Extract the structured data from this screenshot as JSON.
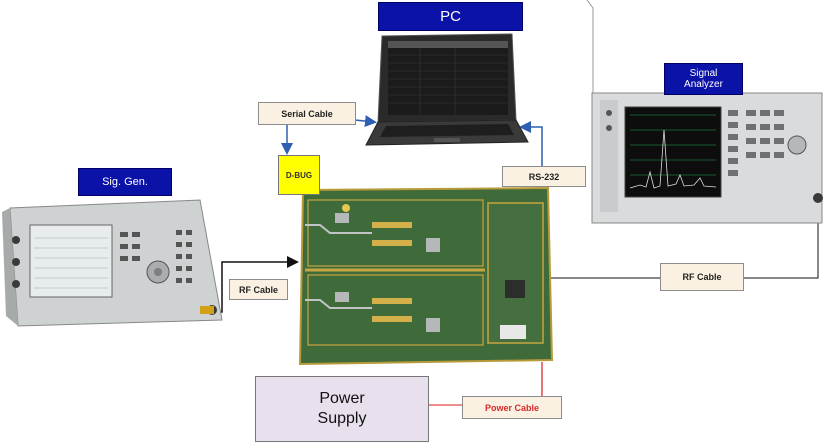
{
  "labels": {
    "pc": "PC",
    "sig_gen": "Sig. Gen.",
    "signal_analyzer_line1": "Signal",
    "signal_analyzer_line2": "Analyzer",
    "serial_cable": "Serial Cable",
    "debug": "D-BUG",
    "rs232": "RS-232",
    "rf_cable_left": "RF Cable",
    "rf_cable_right": "RF Cable",
    "power_supply_line1": "Power",
    "power_supply_line2": "Supply",
    "power_cable": "Power Cable"
  },
  "colors": {
    "title_box": "#0b12a8",
    "tag_fill": "#fbf1e3",
    "arrow_blue": "#2d5fb3",
    "power_cable_red": "#e24a4a",
    "debug_yellow": "#ffff00",
    "power_fill": "#e9e0ee",
    "board_green": "#3f6b3a"
  }
}
